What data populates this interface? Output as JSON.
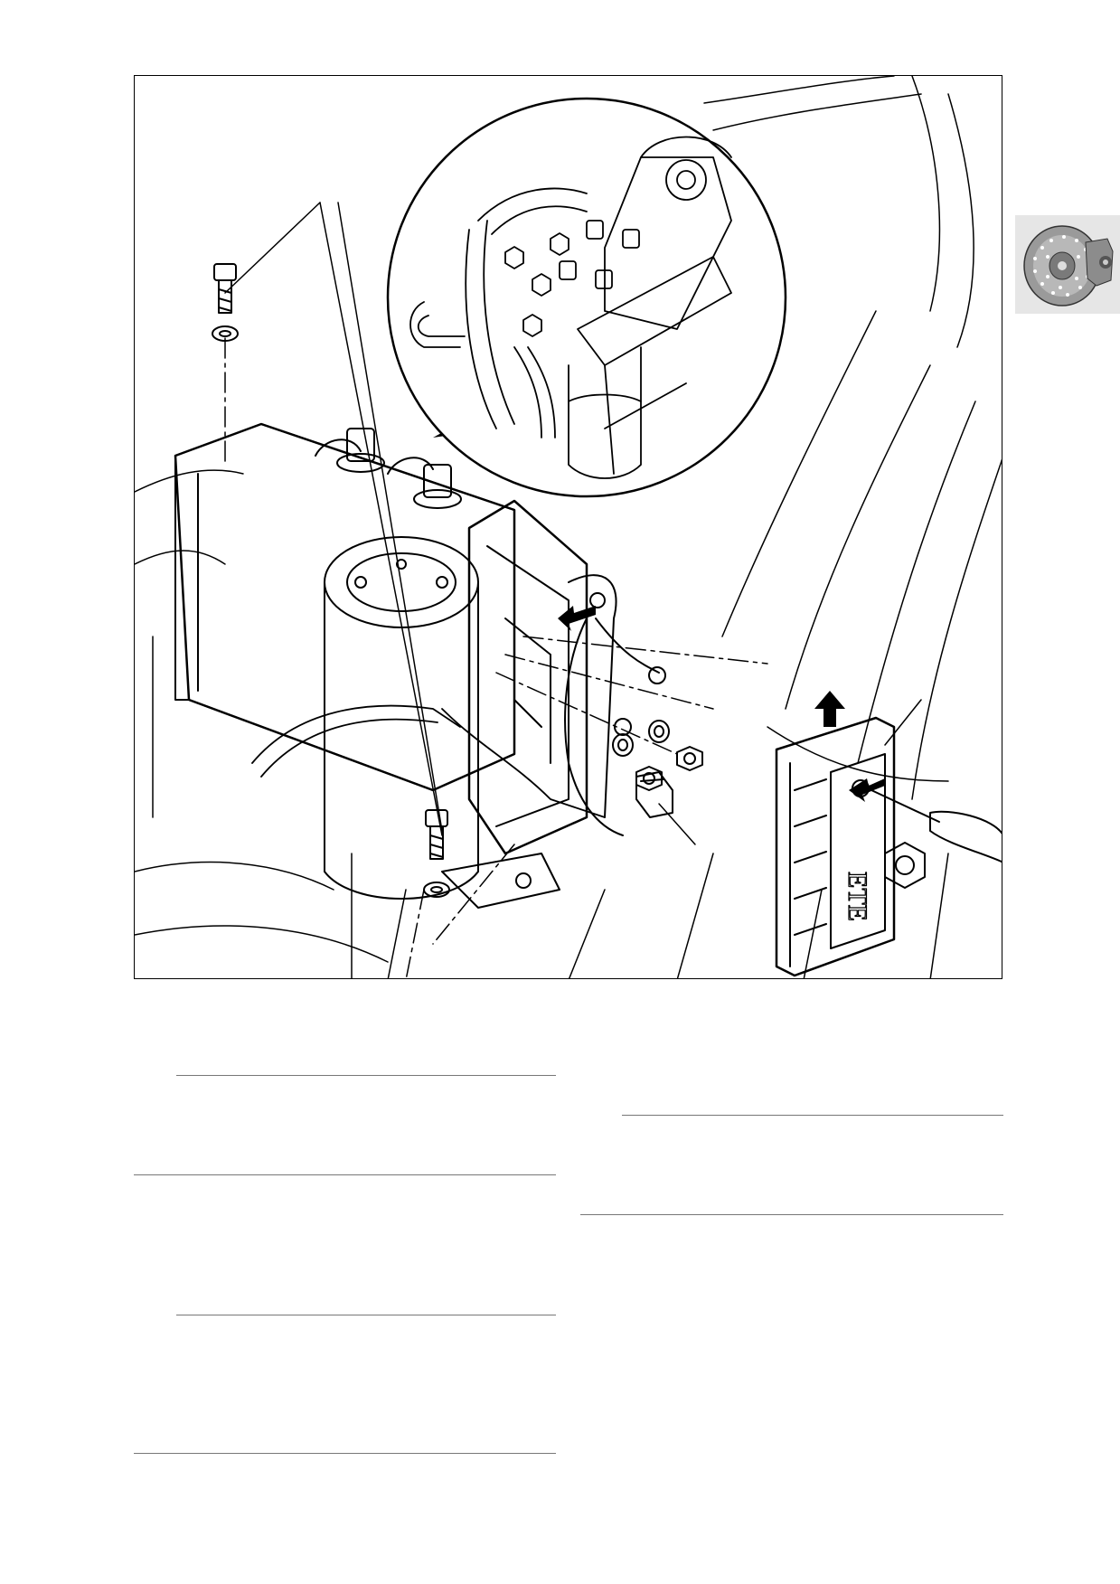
{
  "page": {
    "figure": {
      "icon": "abs-hydraulic-unit-exploded-illustration"
    },
    "section_tab": {
      "icon": "brake-disc-icon"
    },
    "text_rules": {
      "left_column": 4,
      "right_column": 2
    },
    "colors": {
      "line_art": "#000000",
      "tab_background": "#e6e6e6",
      "rule": "#777777"
    }
  }
}
